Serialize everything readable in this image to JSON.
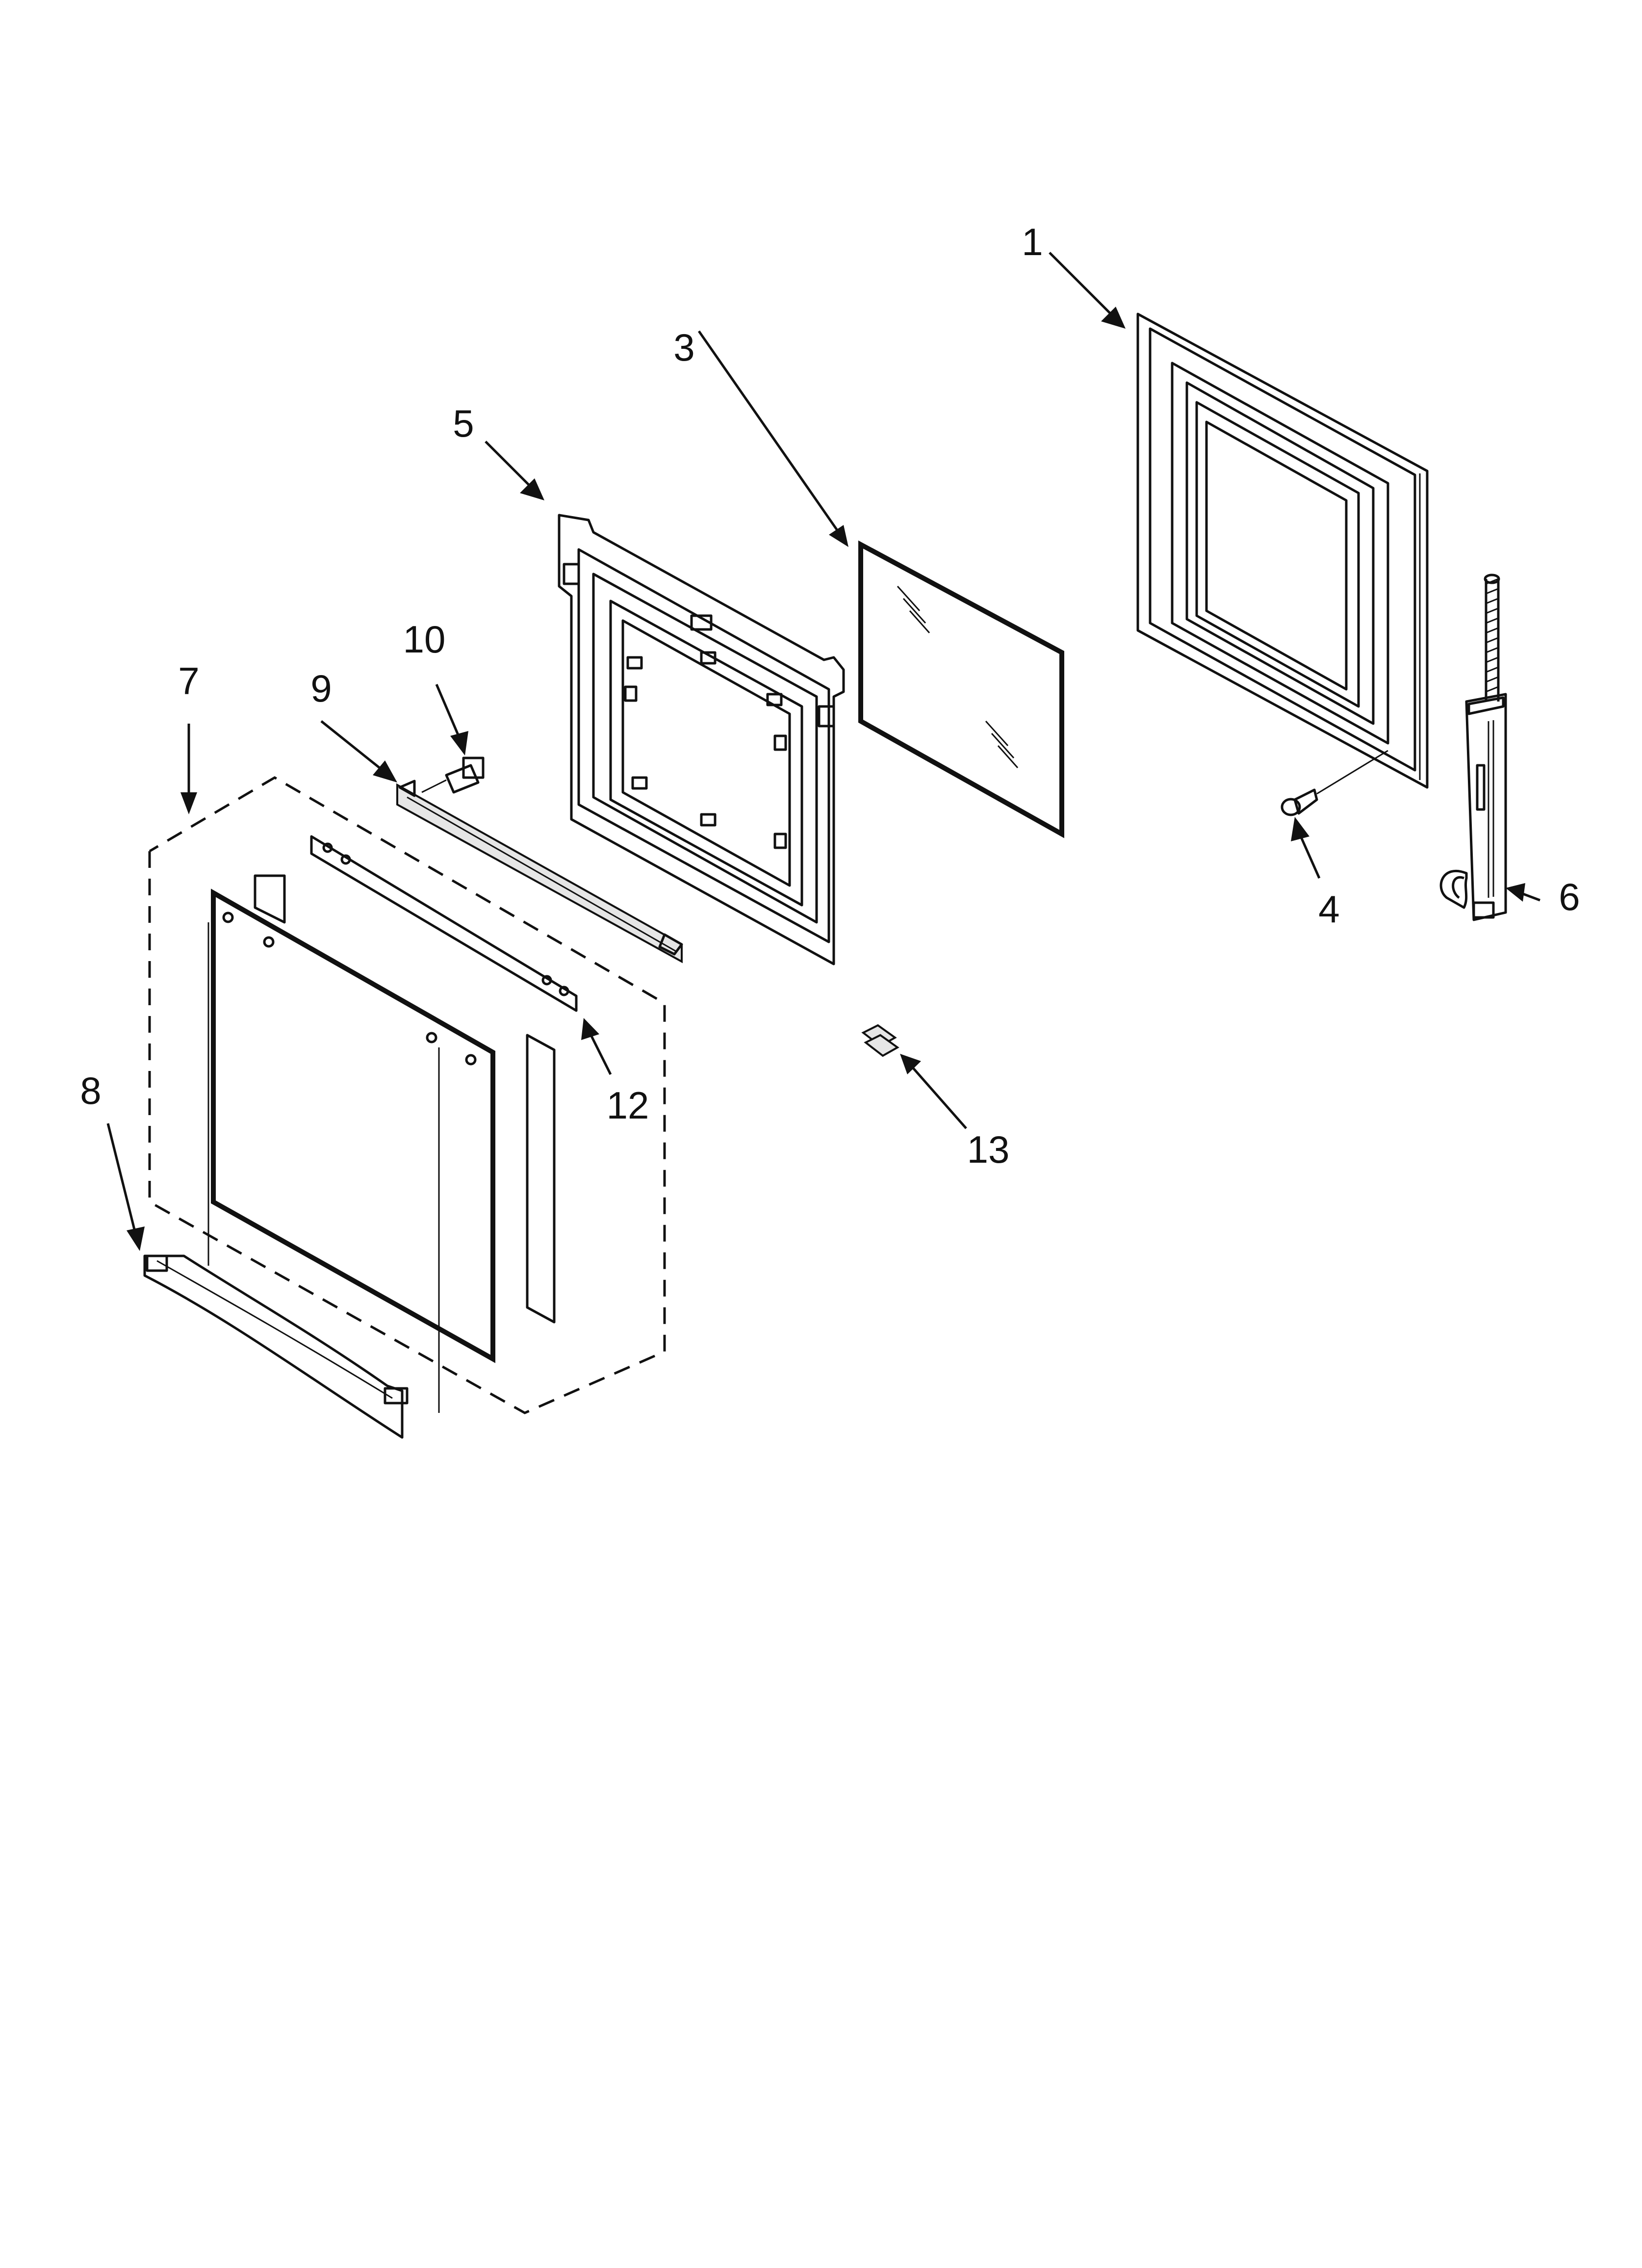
{
  "colors": {
    "line": "#111111",
    "background": "#ffffff"
  },
  "callouts": {
    "c1": "1",
    "c3": "3",
    "c4": "4",
    "c5": "5",
    "c6": "6",
    "c7": "7",
    "c8": "8",
    "c9": "9",
    "c10": "10",
    "c12": "12",
    "c13": "13"
  }
}
